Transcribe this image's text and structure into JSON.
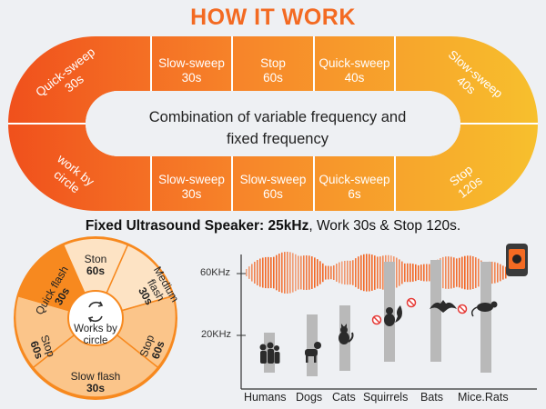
{
  "title": "HOW IT WORK",
  "center_text_line1": "Combination of variable frequency and",
  "center_text_line2": "fixed frequency",
  "loop_steps": [
    {
      "line1": "Quick-sweep",
      "line2": "30s"
    },
    {
      "line1": "Slow-sweep",
      "line2": "30s"
    },
    {
      "line1": "Stop",
      "line2": "60s"
    },
    {
      "line1": "Quick-sweep",
      "line2": "40s"
    },
    {
      "line1": "Slow-sweep",
      "line2": "40s"
    },
    {
      "line1": "Stop",
      "line2": "120s"
    },
    {
      "line1": "Quick-sweep",
      "line2": "6s"
    },
    {
      "line1": "Slow-sweep",
      "line2": "60s"
    },
    {
      "line1": "Slow-sweep",
      "line2": "30s"
    },
    {
      "line1": "work by",
      "line2": "circle"
    }
  ],
  "speaker": {
    "prefix": "Fixed Ultrasound Speaker:",
    "freq": "25kHz",
    "rest": ", Work 30s & Stop 120s."
  },
  "wheel": {
    "center_line1": "Works by",
    "center_line2": "circle",
    "segments": [
      {
        "name": "Ston",
        "time": "60s"
      },
      {
        "name": "Medium flash",
        "time": "30s"
      },
      {
        "name": "Stop",
        "time": "60s"
      },
      {
        "name": "Slow flash",
        "time": "30s"
      },
      {
        "name": "Stop",
        "time": "60s"
      },
      {
        "name": "Quick flash",
        "time": "30s"
      }
    ]
  },
  "chart_data": {
    "type": "range",
    "ylabels": [
      "60KHz",
      "20KHz"
    ],
    "categories": [
      "Humans",
      "Dogs",
      "Cats",
      "Squirrels",
      "Bats",
      "Mice.Rats"
    ]
  },
  "colors": {
    "orange_dark": "#f0501c",
    "orange": "#f7862a",
    "yellow": "#f7c02d",
    "accent": "#f36a22",
    "wheel_dark": "#f7891f",
    "wheel_mid": "#fbc58a",
    "wheel_light": "#fde3c4"
  }
}
